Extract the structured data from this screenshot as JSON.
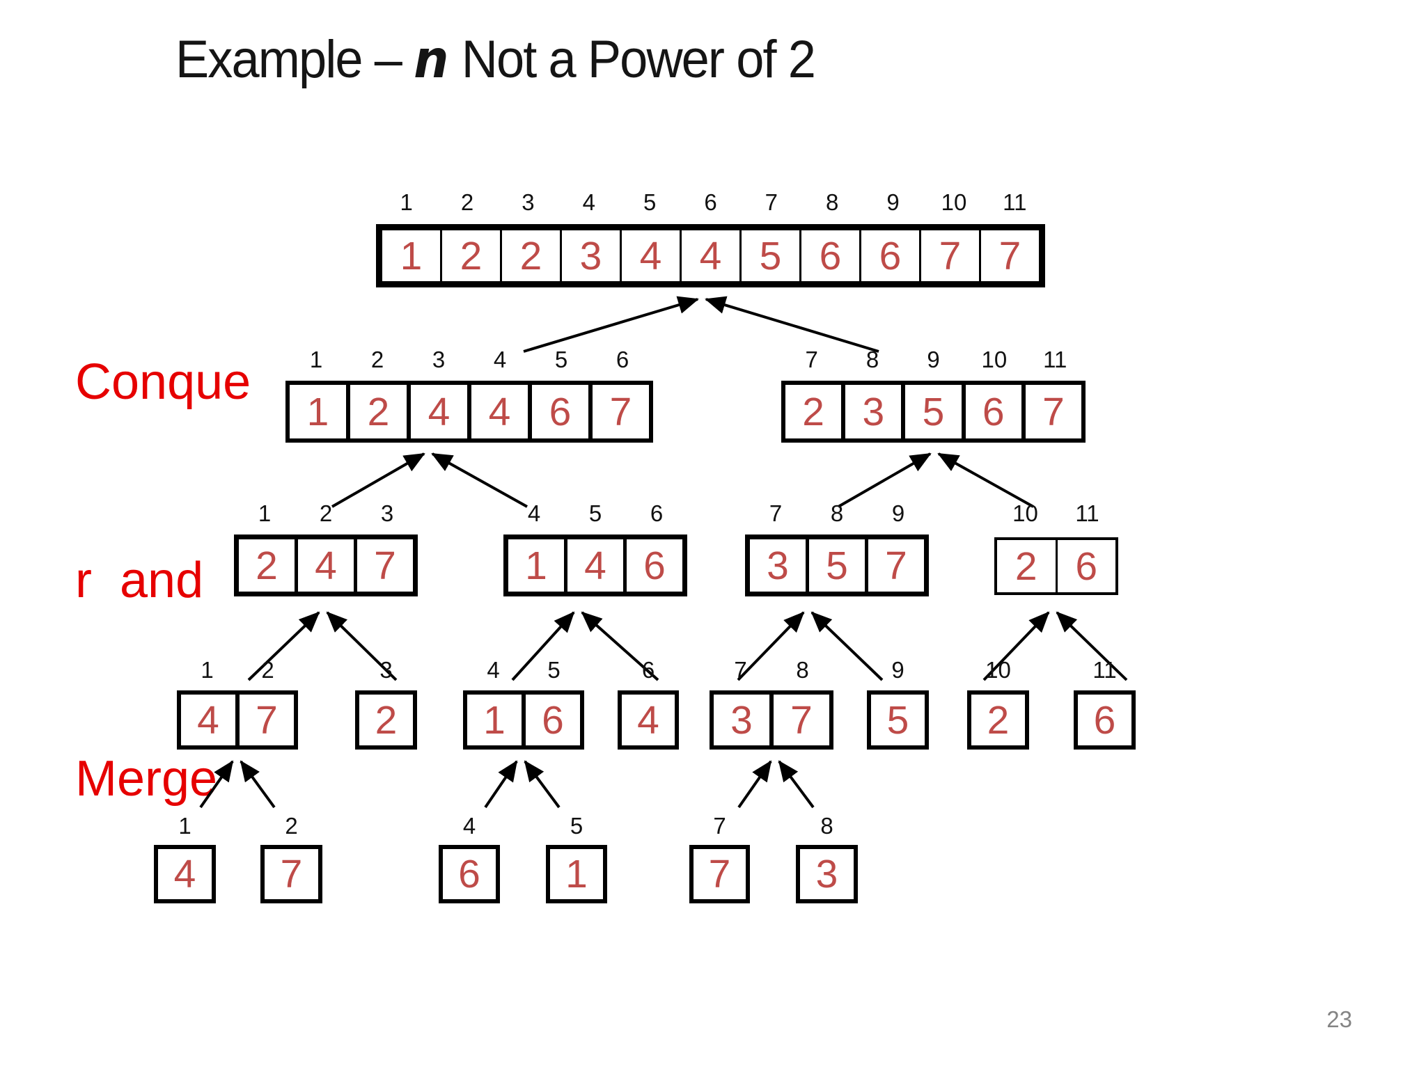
{
  "title": {
    "prefix": "Example – ",
    "emphasis": "n",
    "suffix": " Not a Power of 2"
  },
  "side_label": {
    "lines": [
      "Conque",
      "r  and",
      "Merge"
    ]
  },
  "page_number": "23",
  "colors": {
    "cell_value_red": "#BE4B48",
    "side_label_red": "#E60000",
    "outline_black": "#000000",
    "page_number_gray": "#848484"
  },
  "diagram": {
    "description": "Merge-sort conquer-and-merge tree, n = 11 (not a power of 2)",
    "levels": [
      {
        "level": 1,
        "arrays": [
          {
            "id": "l1",
            "indices": [
              1,
              2,
              3,
              4,
              5,
              6,
              7,
              8,
              9,
              10,
              11
            ],
            "values": [
              1,
              2,
              2,
              3,
              4,
              4,
              5,
              6,
              6,
              7,
              7
            ]
          }
        ]
      },
      {
        "level": 2,
        "arrays": [
          {
            "id": "l2a",
            "indices": [
              1,
              2,
              3,
              4,
              5,
              6
            ],
            "values": [
              1,
              2,
              4,
              4,
              6,
              7
            ]
          },
          {
            "id": "l2b",
            "indices": [
              7,
              8,
              9,
              10,
              11
            ],
            "values": [
              2,
              3,
              5,
              6,
              7
            ]
          }
        ]
      },
      {
        "level": 3,
        "arrays": [
          {
            "id": "l3a",
            "indices": [
              1,
              2,
              3
            ],
            "values": [
              2,
              4,
              7
            ]
          },
          {
            "id": "l3b",
            "indices": [
              4,
              5,
              6
            ],
            "values": [
              1,
              4,
              6
            ]
          },
          {
            "id": "l3c",
            "indices": [
              7,
              8,
              9
            ],
            "values": [
              3,
              5,
              7
            ]
          },
          {
            "id": "l3d",
            "indices": [
              10,
              11
            ],
            "values": [
              2,
              6
            ]
          }
        ]
      },
      {
        "level": 4,
        "arrays": [
          {
            "id": "l4a",
            "indices": [
              1,
              2
            ],
            "values": [
              4,
              7
            ]
          },
          {
            "id": "l4b",
            "indices": [
              3
            ],
            "values": [
              2
            ]
          },
          {
            "id": "l4c",
            "indices": [
              4,
              5
            ],
            "values": [
              1,
              6
            ]
          },
          {
            "id": "l4d",
            "indices": [
              6
            ],
            "values": [
              4
            ]
          },
          {
            "id": "l4e",
            "indices": [
              7,
              8
            ],
            "values": [
              3,
              7
            ]
          },
          {
            "id": "l4f",
            "indices": [
              9
            ],
            "values": [
              5
            ]
          },
          {
            "id": "l4g",
            "indices": [
              10
            ],
            "values": [
              2
            ]
          },
          {
            "id": "l4h",
            "indices": [
              11
            ],
            "values": [
              6
            ]
          }
        ]
      },
      {
        "level": 5,
        "arrays": [
          {
            "id": "l5a",
            "indices": [
              1
            ],
            "values": [
              4
            ]
          },
          {
            "id": "l5b",
            "indices": [
              2
            ],
            "values": [
              7
            ]
          },
          {
            "id": "l5c",
            "indices": [
              4
            ],
            "values": [
              6
            ]
          },
          {
            "id": "l5d",
            "indices": [
              5
            ],
            "values": [
              1
            ]
          },
          {
            "id": "l5e",
            "indices": [
              7
            ],
            "values": [
              7
            ]
          },
          {
            "id": "l5f",
            "indices": [
              8
            ],
            "values": [
              3
            ]
          }
        ]
      }
    ]
  }
}
